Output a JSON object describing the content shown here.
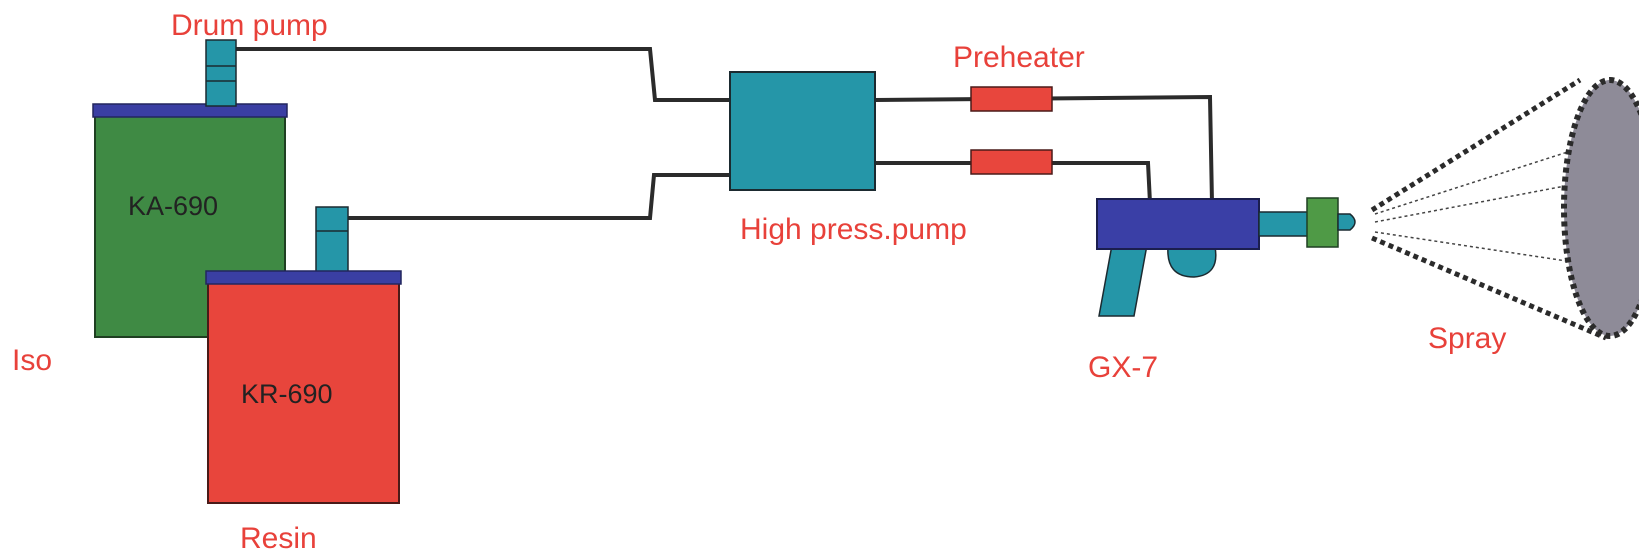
{
  "labels": {
    "drum_pump": "Drum pump",
    "iso": "Iso",
    "resin": "Resin",
    "preheater": "Preheater",
    "high_press_pump": "High press.pump",
    "gun": "GX-7",
    "spray": "Spray"
  },
  "tanks": {
    "iso_tank": "KA-690",
    "resin_tank": "KR-690"
  },
  "colors": {
    "label_red": "#e8413a",
    "iso_tank_green": "#3f8a44",
    "resin_tank_red": "#e8453c",
    "lid_blue": "#3a3fa3",
    "pump_teal": "#2596a8",
    "gun_blue": "#3a3fa6",
    "nozzle_green": "#4f9a46",
    "preheater_red": "#e8463d",
    "spray_gray": "#8e8b98",
    "hose": "#2b2b2b"
  }
}
